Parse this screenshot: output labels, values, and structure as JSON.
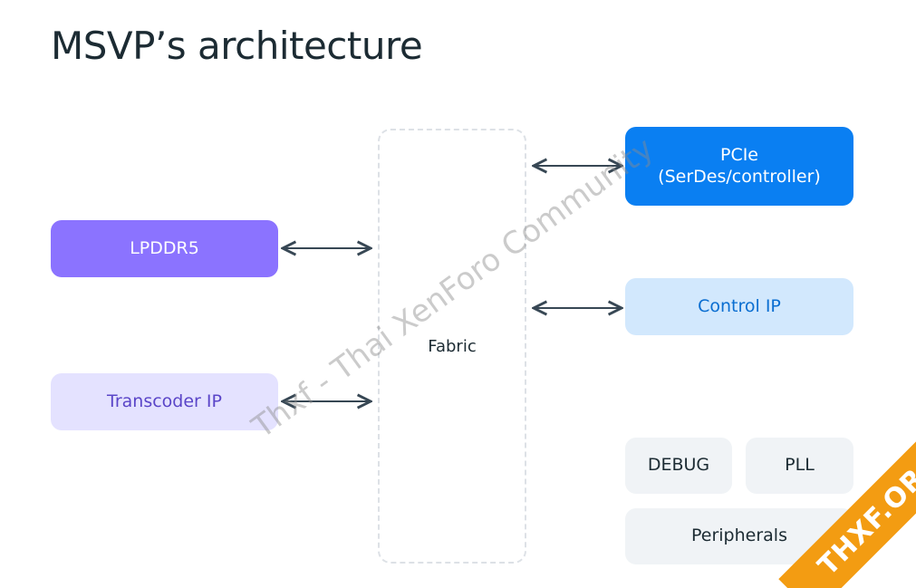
{
  "title": "MSVP’s architecture",
  "blocks": {
    "lpddr5": "LPDDR5",
    "transcoder": "Transcoder IP",
    "fabric": "Fabric",
    "pcie": "PCIe\n(SerDes/controller)",
    "control_ip": "Control IP",
    "debug": "DEBUG",
    "pll": "PLL",
    "peripherals": "Peripherals"
  },
  "colors": {
    "lpddr5_bg": "#8b73ff",
    "transcoder_bg": "#e4e2ff",
    "transcoder_text": "#5a45c8",
    "pcie_bg": "#0a7ff2",
    "control_bg": "#d2e8fd",
    "control_text": "#0a6ed1",
    "gray_bg": "#f0f3f6",
    "arrow": "#374754"
  },
  "watermark": "Thxf - Thai XenForo Community",
  "badge": "THXF.ORG"
}
